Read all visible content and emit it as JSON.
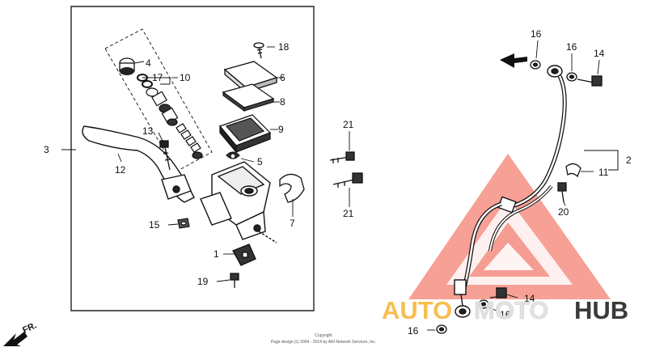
{
  "diagram": {
    "labels": {
      "p1": "1",
      "p2": "2",
      "p3": "3",
      "p4": "4",
      "p5": "5",
      "p6": "6",
      "p7": "7",
      "p8": "8",
      "p9": "9",
      "p10": "10",
      "p11": "11",
      "p12": "12",
      "p13": "13",
      "p14a": "14",
      "p14b": "14",
      "p15": "15",
      "p16a": "16",
      "p16b": "16",
      "p16c": "16",
      "p16d": "16",
      "p17": "17",
      "p18": "18",
      "p19": "19",
      "p20": "20",
      "p21a": "21",
      "p21b": "21"
    },
    "direction_label": "FR.",
    "copyright_line1": "Copyright",
    "copyright_line2": "Page design (c) 2004 - 2014 by ARI Network Services, Inc."
  },
  "watermark": {
    "part1": "AUTO",
    "part2": "MOTO",
    "part3": "HUB",
    "colors": {
      "triangle": "#f26b5b",
      "auto": "#f6b73c",
      "moto": "#e8e8e8",
      "hub": "#3a3a3a"
    }
  }
}
